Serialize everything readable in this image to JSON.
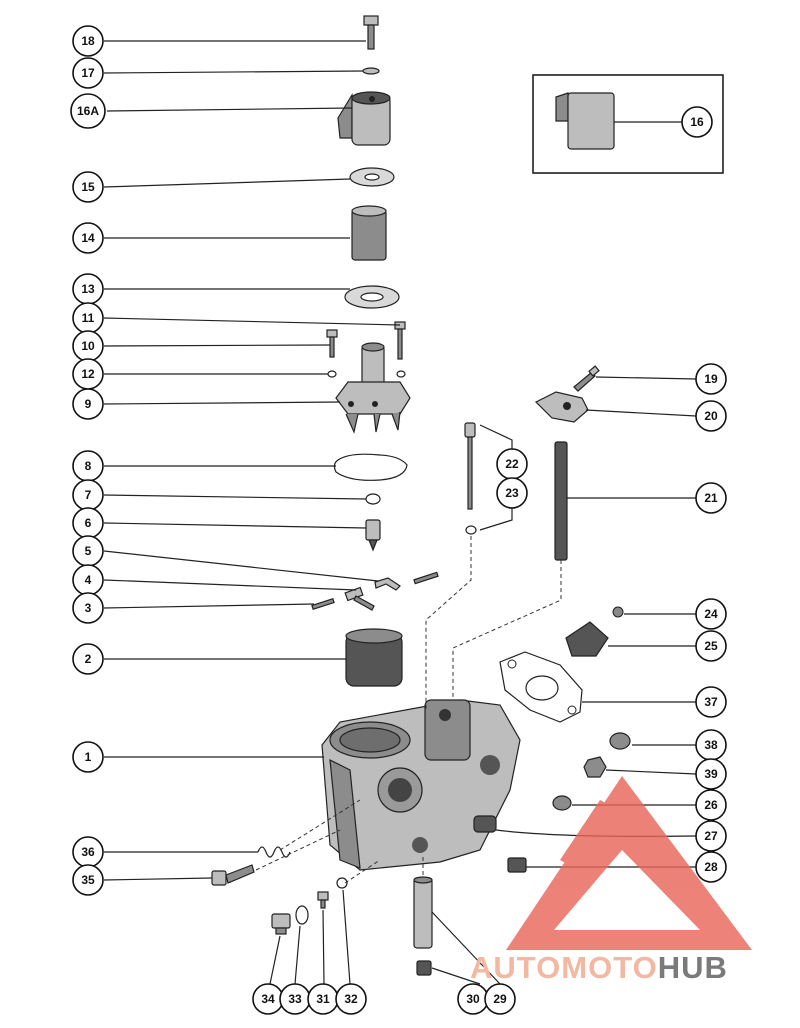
{
  "diagram": {
    "parts": [
      {
        "id": "p18",
        "label": "18"
      },
      {
        "id": "p17",
        "label": "17"
      },
      {
        "id": "p16a",
        "label": "16A"
      },
      {
        "id": "p15",
        "label": "15"
      },
      {
        "id": "p14",
        "label": "14"
      },
      {
        "id": "p13",
        "label": "13"
      },
      {
        "id": "p11",
        "label": "11"
      },
      {
        "id": "p10",
        "label": "10"
      },
      {
        "id": "p12",
        "label": "12"
      },
      {
        "id": "p9",
        "label": "9"
      },
      {
        "id": "p8",
        "label": "8"
      },
      {
        "id": "p7",
        "label": "7"
      },
      {
        "id": "p6",
        "label": "6"
      },
      {
        "id": "p5",
        "label": "5"
      },
      {
        "id": "p4",
        "label": "4"
      },
      {
        "id": "p3",
        "label": "3"
      },
      {
        "id": "p2",
        "label": "2"
      },
      {
        "id": "p1",
        "label": "1"
      },
      {
        "id": "p36",
        "label": "36"
      },
      {
        "id": "p35",
        "label": "35"
      },
      {
        "id": "p34",
        "label": "34"
      },
      {
        "id": "p33",
        "label": "33"
      },
      {
        "id": "p31",
        "label": "31"
      },
      {
        "id": "p32",
        "label": "32"
      },
      {
        "id": "p30",
        "label": "30"
      },
      {
        "id": "p29",
        "label": "29"
      },
      {
        "id": "p16",
        "label": "16"
      },
      {
        "id": "p19",
        "label": "19"
      },
      {
        "id": "p20",
        "label": "20"
      },
      {
        "id": "p22",
        "label": "22"
      },
      {
        "id": "p23",
        "label": "23"
      },
      {
        "id": "p21",
        "label": "21"
      },
      {
        "id": "p24",
        "label": "24"
      },
      {
        "id": "p25",
        "label": "25"
      },
      {
        "id": "p37",
        "label": "37"
      },
      {
        "id": "p38",
        "label": "38"
      },
      {
        "id": "p39",
        "label": "39"
      },
      {
        "id": "p26",
        "label": "26"
      },
      {
        "id": "p27",
        "label": "27"
      },
      {
        "id": "p28",
        "label": "28"
      }
    ]
  },
  "watermark": {
    "text_a": "AUTOMOTO",
    "text_b": "HUB",
    "color_triangle": "#e8665a",
    "color_text_a": "#f2b8a2",
    "color_text_b": "#7a7a7a"
  }
}
